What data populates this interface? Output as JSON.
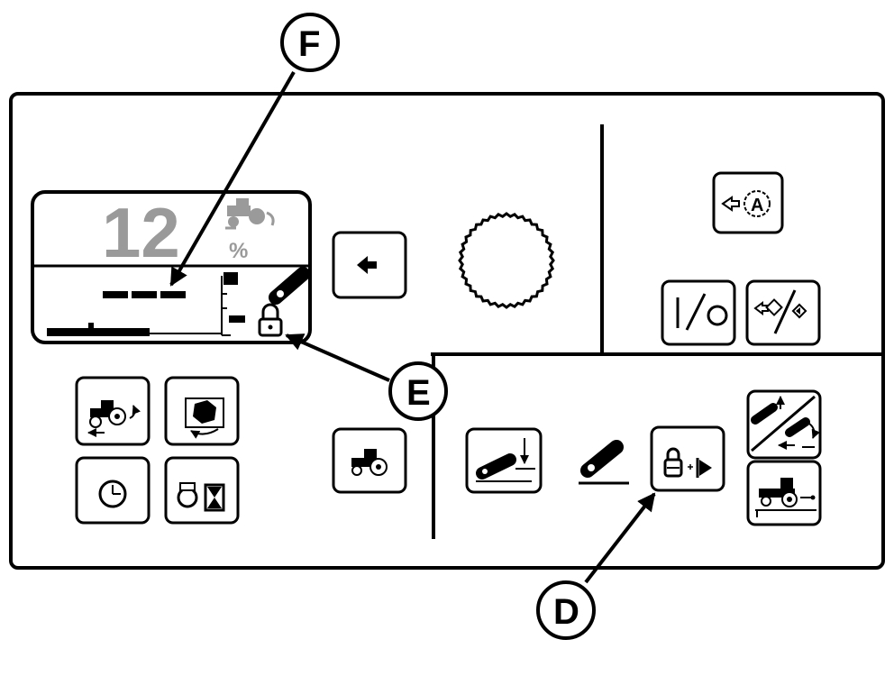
{
  "display": {
    "readout_value": "12",
    "unit_symbol": "%",
    "icons": [
      "tractor-slip-icon",
      "implement-arm-icon",
      "lock-icon",
      "level-gauge-icon"
    ]
  },
  "callouts": {
    "d": "D",
    "e": "E",
    "f": "F"
  },
  "buttons": [
    {
      "id": "back",
      "icon": "arrow-left-icon"
    },
    {
      "id": "auto-activate",
      "icon": "auto-gear-icon"
    },
    {
      "id": "on-off",
      "icon": "on-off-icon"
    },
    {
      "id": "engage-disengage",
      "icon": "engage-disengage-icon"
    },
    {
      "id": "tractor-slip",
      "icon": "tractor-slip-icon"
    },
    {
      "id": "rotation",
      "icon": "rotation-icon"
    },
    {
      "id": "clock",
      "icon": "clock-icon"
    },
    {
      "id": "engine-hours",
      "icon": "engine-hourglass-icon"
    },
    {
      "id": "tractor",
      "icon": "tractor-icon"
    },
    {
      "id": "lower-implement",
      "icon": "arm-down-icon"
    },
    {
      "id": "lock-enable",
      "icon": "lock-enable-icon"
    },
    {
      "id": "implement-raise-lower",
      "icon": "implement-raise-lower-icon"
    },
    {
      "id": "tractor-implement",
      "icon": "tractor-implement-icon"
    }
  ],
  "colors": {
    "line": "#000000",
    "background": "#ffffff",
    "readout_grey": "#9a9a9a"
  }
}
